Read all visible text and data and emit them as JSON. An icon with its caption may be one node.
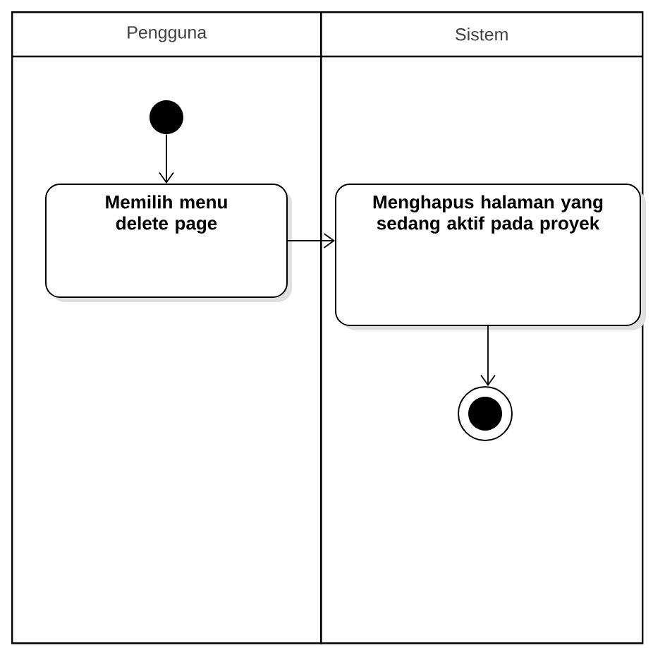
{
  "diagram": {
    "nodes": [
      {
        "text": [
          "Pengguna"
        ]
      },
      {
        "text": [
          "Sistem"
        ]
      },
      {
        "text": [],
        "shape": "circle",
        "in": 0
      },
      {
        "text": [
          "Memilih menu delete page"
        ],
        "in": 0
      },
      {
        "text": [
          "Menghapus halaman yang sedang aktif pada proyek"
        ],
        "in": 1
      },
      {
        "text": [],
        "shape": "bullseye",
        "in": 1
      }
    ],
    "edges": [
      {
        "from": 2,
        "to": 3,
        "arrow": "to"
      },
      {
        "from": 3,
        "to": 4,
        "arrow": "to"
      },
      {
        "from": 4,
        "to": 5,
        "arrow": "to"
      }
    ]
  }
}
